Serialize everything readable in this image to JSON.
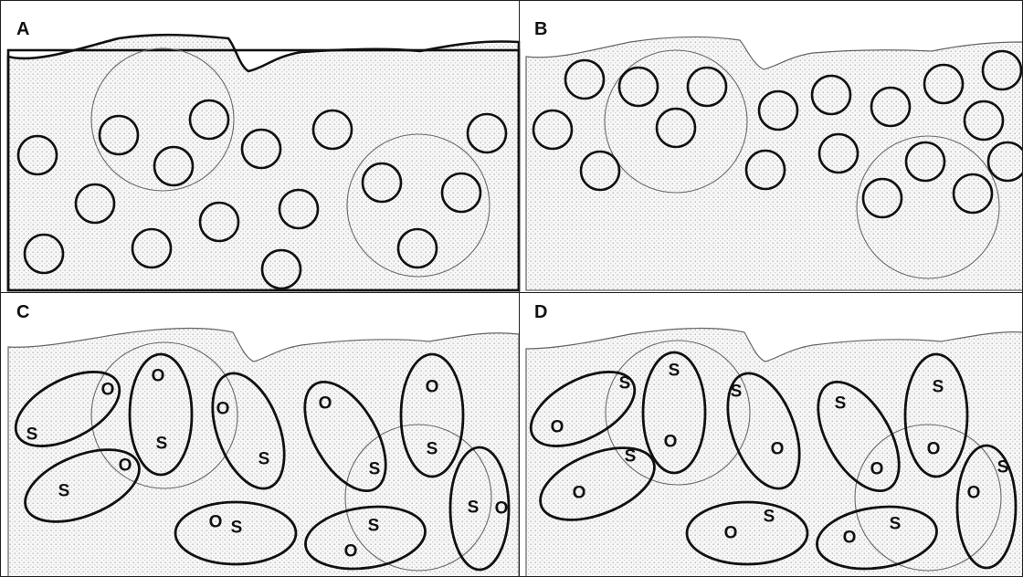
{
  "panels": {
    "a": {
      "label": "A"
    },
    "b": {
      "label": "B"
    },
    "c": {
      "label": "C",
      "ellipses": [
        {
          "top": "O",
          "bottom": "S"
        },
        {
          "top": "O",
          "bottom": "S"
        },
        {
          "top": "O",
          "bottom": "S"
        },
        {
          "top": "S",
          "bottom": "O"
        },
        {
          "top": "O",
          "bottom": "S"
        },
        {
          "top": "O",
          "bottom": "S"
        },
        {
          "top": "O",
          "bottom": "S"
        },
        {
          "top": "S",
          "bottom": "O"
        },
        {
          "top": "S",
          "bottom": "O"
        }
      ]
    },
    "d": {
      "label": "D",
      "ellipses": [
        {
          "top": "S",
          "bottom": "O"
        },
        {
          "top": "S",
          "bottom": "O"
        },
        {
          "top": "S",
          "bottom": "O"
        },
        {
          "top": "S",
          "bottom": "O"
        },
        {
          "top": "S",
          "bottom": "O"
        },
        {
          "top": "S",
          "bottom": "O"
        },
        {
          "top": "S",
          "bottom": "O"
        },
        {
          "top": "S",
          "bottom": "O"
        },
        {
          "top": "O",
          "bottom": "S"
        }
      ]
    }
  }
}
